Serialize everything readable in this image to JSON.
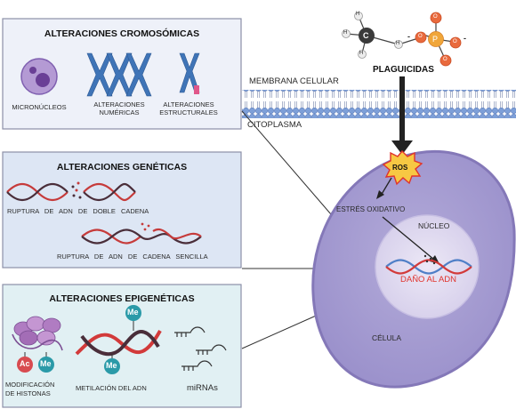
{
  "chromosomal": {
    "title": "ALTERACIONES CROMOSÓMICAS",
    "items": [
      "MICRONÚCLEOS",
      "ALTERACIONES",
      "NUMÉRICAS",
      "ALTERACIONES",
      "ESTRUCTURALES"
    ]
  },
  "genetic": {
    "title": "ALTERACIONES GENÉTICAS",
    "double_strand": "RUPTURA DE ADN DE DOBLE CADENA",
    "single_strand": "RUPTURA DE ADN DE CADENA SENCILLA"
  },
  "epigenetic": {
    "title": "ALTERACIONES EPIGENÉTICAS",
    "histone_1": "MODIFICACIÓN",
    "histone_2": "DE HISTONAS",
    "methylation": "METILACIÓN DEL ADN",
    "mirna": "miRNAs",
    "ac_tag": "Ac",
    "me_tag": "Me"
  },
  "cell": {
    "membrane": "MEMBRANA CELULAR",
    "cytoplasm": "CITOPLASMA",
    "pesticides": "PLAGUICIDAS",
    "ros": "ROS",
    "stress": "ESTRÉS OXIDATIVO",
    "nucleus": "NÚCLEO",
    "dna_damage": "DAÑO AL ADN",
    "cell_label": "CÉLULA"
  },
  "molecule": {
    "carbon": "C",
    "hydrogen": "H",
    "phosphorus": "P",
    "oxygen": "O",
    "minus": "-"
  },
  "colors": {
    "panel_chrom": "#eef1f9",
    "panel_gen": "#dde6f4",
    "panel_epi": "#e1f0f3",
    "cell_fill": "#a39ad0",
    "nucleus_fill": "#dcd6ee",
    "membrane_blue": "#8ba9de",
    "dna_red": "#d23a3a",
    "dna_dark": "#4a2e3a",
    "teal": "#2a9aa8",
    "ac_red": "#d84b50"
  }
}
